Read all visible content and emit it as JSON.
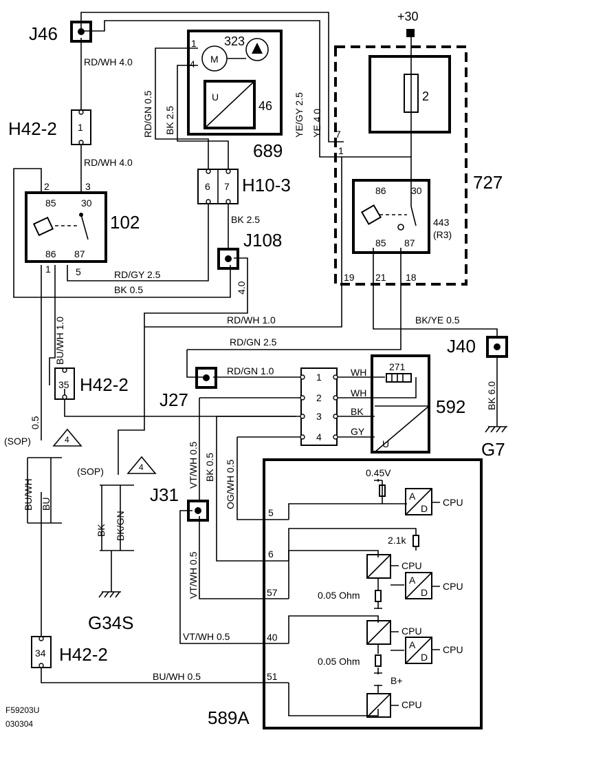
{
  "labels": {
    "J46": "J46",
    "H42_2_top": "H42-2",
    "H42_2_mid": "H42-2",
    "H42_2_bot": "H42-2",
    "H10_3": "H10-3",
    "J108": "J108",
    "J27": "J27",
    "J31": "J31",
    "J40": "J40",
    "G7": "G7",
    "G34S": "G34S",
    "c102": "102",
    "c689": "689",
    "c727": "727",
    "c443": "443",
    "c443b": "(R3)",
    "c592": "592",
    "c589A": "589A",
    "c323": "323",
    "c46": "46",
    "c271": "271",
    "c2": "2",
    "plus30": "+30",
    "sop1": "(SOP)",
    "sop2": "(SOP)",
    "tri": "4",
    "fig": "F59203U",
    "date": "030304"
  },
  "wires": {
    "rdwh40_a": "RD/WH  4.0",
    "rdwh40_b": "RD/WH 4.0",
    "rdgn05": "RD/GN 0.5",
    "bk25_a": "BK 2.5",
    "bk25_b": "BK  2.5",
    "yegy25": "YE/GY 2.5",
    "ye40": "YE 4.0",
    "rdgy25": "RD/GY 2.5",
    "bk05": "BK 0.5",
    "v40": "4.0",
    "buwh10": "BU/WH 1.0",
    "rdwh10": "RD/WH 1.0",
    "rdgn25": "RD/GN 2.5",
    "rdgn10": "RD/GN 1.0",
    "bkye05": "BK/YE  0.5",
    "bk60": "BK 6.0",
    "wh1": "WH",
    "wh2": "WH",
    "bk": "BK",
    "gy": "GY",
    "vtwh05a": "VT/WH  0.5",
    "bk05b": "BK  0.5",
    "ogwh05": "OG/WH  0.5",
    "vtwh05b": "VT/WH 0.5",
    "vtwh05c": "VT/WH  0.5",
    "buwh05": "BU/WH  0.5",
    "v05": "0.5",
    "buwh": "BU/WH",
    "bu": "BU",
    "bkw": "BK",
    "bkgn": "BK/GN"
  },
  "pins": {
    "r102": [
      "2",
      "3",
      "85",
      "30",
      "86",
      "87",
      "1",
      "5"
    ],
    "r443": [
      "86",
      "30",
      "85",
      "87"
    ],
    "m727": [
      "7",
      "1",
      "19",
      "21",
      "18"
    ],
    "m323": [
      "1",
      "4"
    ],
    "h10_3": [
      "6",
      "7"
    ],
    "h42_top": "1",
    "h42_mid": "35",
    "h42_bot": "34",
    "conn592": [
      "1",
      "2",
      "3",
      "4"
    ],
    "ecu": [
      "5",
      "6",
      "57",
      "40",
      "51"
    ]
  },
  "ecu": {
    "v045": "0.45V",
    "r21k": "2.1k",
    "ohm1": "0.05 Ohm",
    "ohm2": "0.05 Ohm",
    "bplus": "B+",
    "cpu": "CPU",
    "a": "A",
    "d": "D",
    "u": "U",
    "m": "M"
  }
}
